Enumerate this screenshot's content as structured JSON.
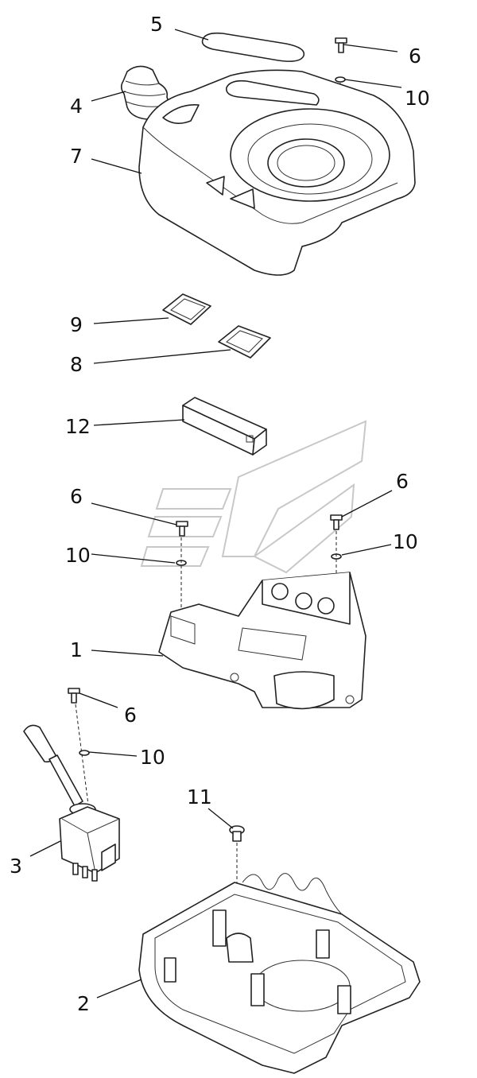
{
  "callouts": [
    {
      "id": "c5a",
      "label": "5"
    },
    {
      "id": "c6a",
      "label": "6"
    },
    {
      "id": "c10a",
      "label": "10"
    },
    {
      "id": "c4",
      "label": "4"
    },
    {
      "id": "c7",
      "label": "7"
    },
    {
      "id": "c9",
      "label": "9"
    },
    {
      "id": "c8",
      "label": "8"
    },
    {
      "id": "c12",
      "label": "12"
    },
    {
      "id": "c6b",
      "label": "6"
    },
    {
      "id": "c6c",
      "label": "6"
    },
    {
      "id": "c10b",
      "label": "10"
    },
    {
      "id": "c10c",
      "label": "10"
    },
    {
      "id": "c1",
      "label": "1"
    },
    {
      "id": "c6d",
      "label": "6"
    },
    {
      "id": "c10d",
      "label": "10"
    },
    {
      "id": "c11",
      "label": "11"
    },
    {
      "id": "c3",
      "label": "3"
    },
    {
      "id": "c2",
      "label": "2"
    }
  ]
}
